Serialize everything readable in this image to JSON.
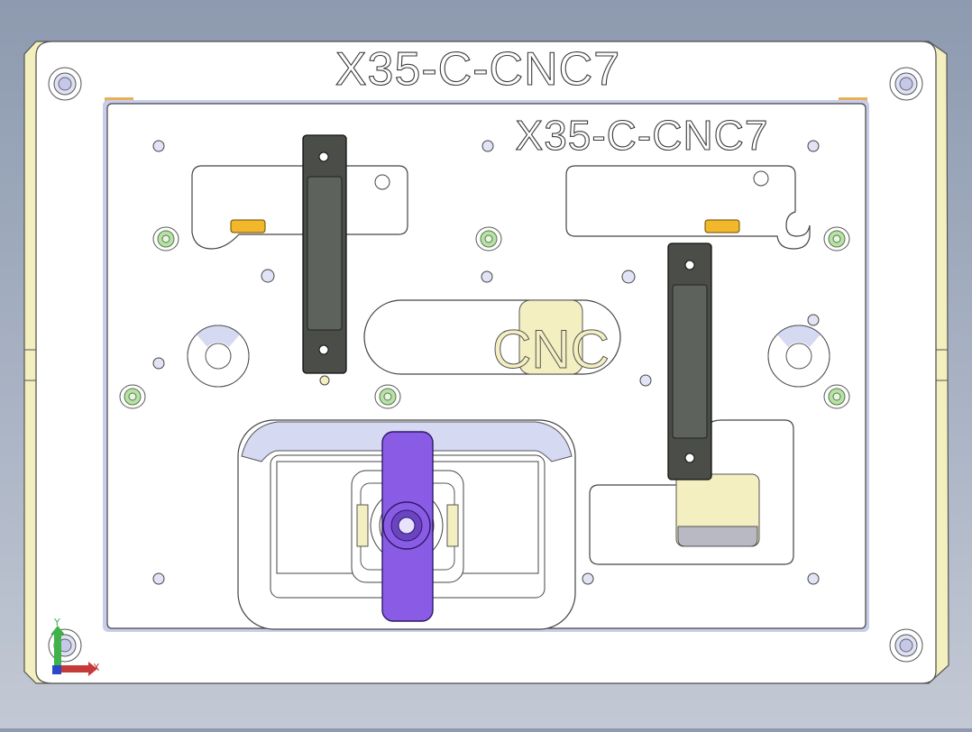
{
  "fixture": {
    "outer_label": "X35-C-CNC7",
    "inner_label": "X35-C-CNC7",
    "pocket_label": "CNC"
  },
  "triad": {
    "x_label": "X",
    "y_label": "Y"
  },
  "colors": {
    "background_top": "#8d9aaf",
    "background_bottom": "#c3c9d4",
    "base_plate": "#ffffff",
    "base_edge_yellow": "#f3efbf",
    "clamp_handle": "#4a4d48",
    "knob": "#8a5ce6",
    "locating_pin": "#f0b82a",
    "green_bushing": "#b9e0a8",
    "part_yellow": "#f4efc0",
    "bore_blue": "#d6d9f2"
  }
}
